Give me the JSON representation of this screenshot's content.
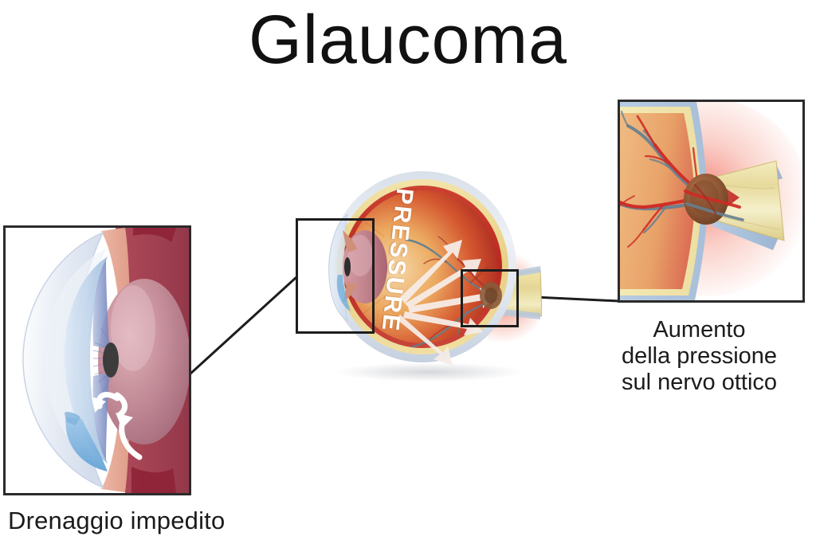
{
  "page": {
    "title": "Glaucoma",
    "background_color": "#ffffff",
    "text_color": "#1b1b1b"
  },
  "title": {
    "text": "Glaucoma"
  },
  "central_diagram": {
    "name": "eye-cross-section",
    "pressure_label": "PRESSURE",
    "arrow_count": 5,
    "colors": {
      "sclera_outer": "#c3cedd",
      "sclera": "#f0efe7",
      "choroid_yellow": "#efd98f",
      "retina_red": "#c0332b",
      "vitreous_amber": "#e8a15a",
      "optic_nerve_yellow": "#e8dfa4",
      "glow_red": "#e63b2e",
      "vessel_artery": "#c02a25",
      "vessel_vein": "#5d7f92",
      "arrow": "#f7ece6"
    }
  },
  "panels": {
    "left": {
      "name": "anterior-chamber-inset",
      "caption": "Drenaggio impedito",
      "border_color": "#2b2b2b",
      "colors": {
        "cornea": "#e7ecf4",
        "aqueous_blue": "#6fa8d8",
        "iris_blue": "#8e9fd0",
        "lens": "#c58e99",
        "sclera_pink": "#e1a795",
        "ciliary_dark_red": "#8e2236",
        "tissue_red": "#b84a5a",
        "pupil": "#3a3a3a",
        "flow_arrow": "#ffffff"
      }
    },
    "right": {
      "name": "optic-nerve-inset",
      "caption_lines": [
        "Aumento",
        "della pressione",
        "sul nervo ottico"
      ],
      "border_color": "#2b2b2b",
      "colors": {
        "retina_orange": "#e9a96d",
        "retina_red": "#d6544a",
        "choroid_cream": "#efe2a6",
        "sclera_blue": "#a9c0da",
        "optic_nerve": "#ece2a4",
        "cup_brown": "#8a5a3a",
        "artery": "#cf2a24",
        "vein": "#6a8494",
        "glow_red": "#e8453a"
      }
    }
  },
  "callout_boxes": [
    {
      "name": "detail-box-anterior",
      "target": "left-panel"
    },
    {
      "name": "detail-box-optic",
      "target": "right-panel"
    }
  ],
  "connectors": [
    {
      "name": "connector-left",
      "from": "detail-box-anterior",
      "to": "left-panel"
    },
    {
      "name": "connector-right",
      "from": "detail-box-optic",
      "to": "right-panel"
    }
  ]
}
